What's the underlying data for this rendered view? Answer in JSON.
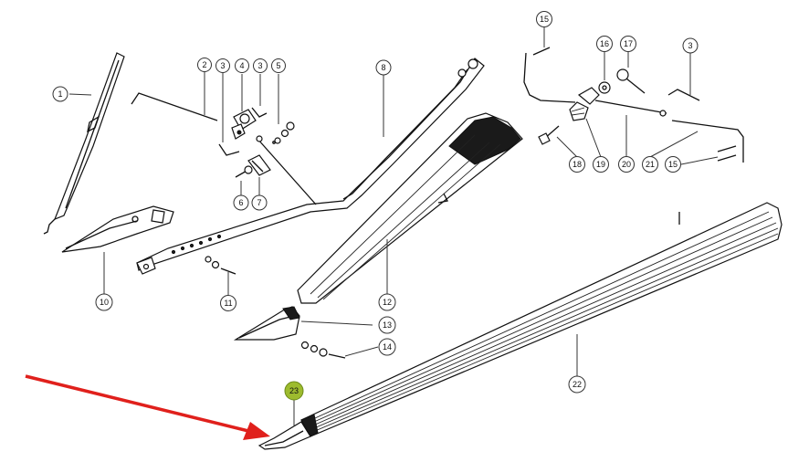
{
  "callouts": [
    {
      "id": "c1",
      "label": "1"
    },
    {
      "id": "c2",
      "label": "2"
    },
    {
      "id": "c3a",
      "label": "3"
    },
    {
      "id": "c4",
      "label": "4"
    },
    {
      "id": "c3b",
      "label": "3"
    },
    {
      "id": "c5",
      "label": "5"
    },
    {
      "id": "c8",
      "label": "8"
    },
    {
      "id": "c6",
      "label": "6"
    },
    {
      "id": "c7",
      "label": "7"
    },
    {
      "id": "c10",
      "label": "10"
    },
    {
      "id": "c11",
      "label": "11"
    },
    {
      "id": "c12",
      "label": "12"
    },
    {
      "id": "c13",
      "label": "13"
    },
    {
      "id": "c14",
      "label": "14"
    },
    {
      "id": "c15a",
      "label": "15"
    },
    {
      "id": "c16",
      "label": "16"
    },
    {
      "id": "c17",
      "label": "17"
    },
    {
      "id": "c3c",
      "label": "3"
    },
    {
      "id": "c18",
      "label": "18"
    },
    {
      "id": "c19",
      "label": "19"
    },
    {
      "id": "c20",
      "label": "20"
    },
    {
      "id": "c21",
      "label": "21"
    },
    {
      "id": "c15b",
      "label": "15"
    },
    {
      "id": "c22",
      "label": "22"
    },
    {
      "id": "c23",
      "label": "23"
    }
  ],
  "highlight": {
    "callout_label": "23",
    "arrow_color": "#e0201c",
    "badge_color": "#9dbb2e"
  }
}
